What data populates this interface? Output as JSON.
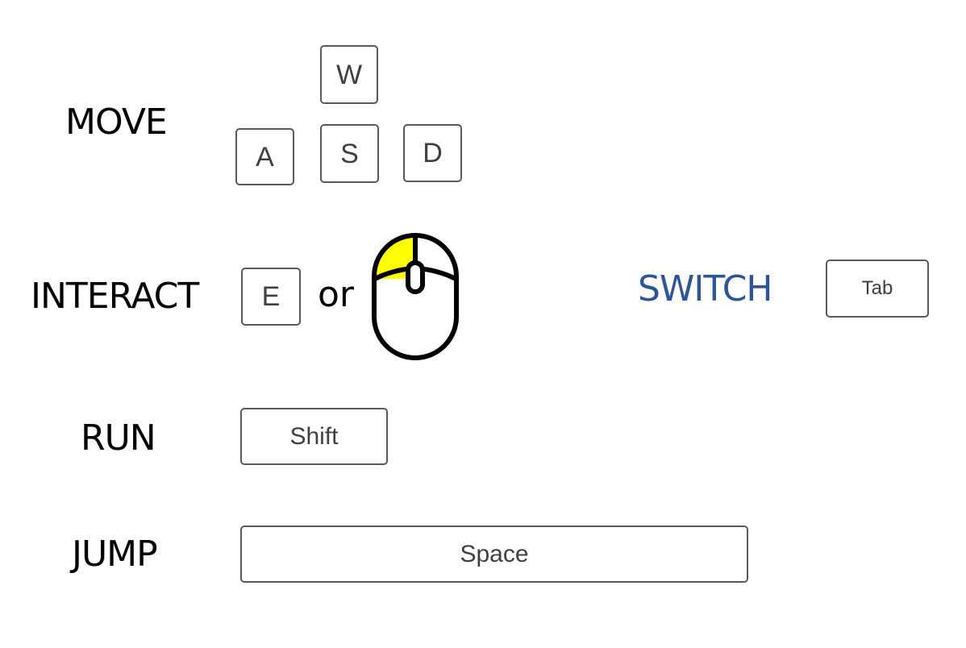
{
  "controls": {
    "move": {
      "label": "MOVE",
      "keys": {
        "up": "W",
        "left": "A",
        "down": "S",
        "right": "D"
      }
    },
    "interact": {
      "label": "INTERACT",
      "key": "E",
      "or": "or",
      "mouse_icon": "mouse-left-click-icon",
      "highlight_color": "#FFFF00"
    },
    "switch": {
      "label": "SWITCH",
      "key": "Tab",
      "color": "#2F5597"
    },
    "run": {
      "label": "RUN",
      "key": "Shift"
    },
    "jump": {
      "label": "JUMP",
      "key": "Space"
    }
  }
}
